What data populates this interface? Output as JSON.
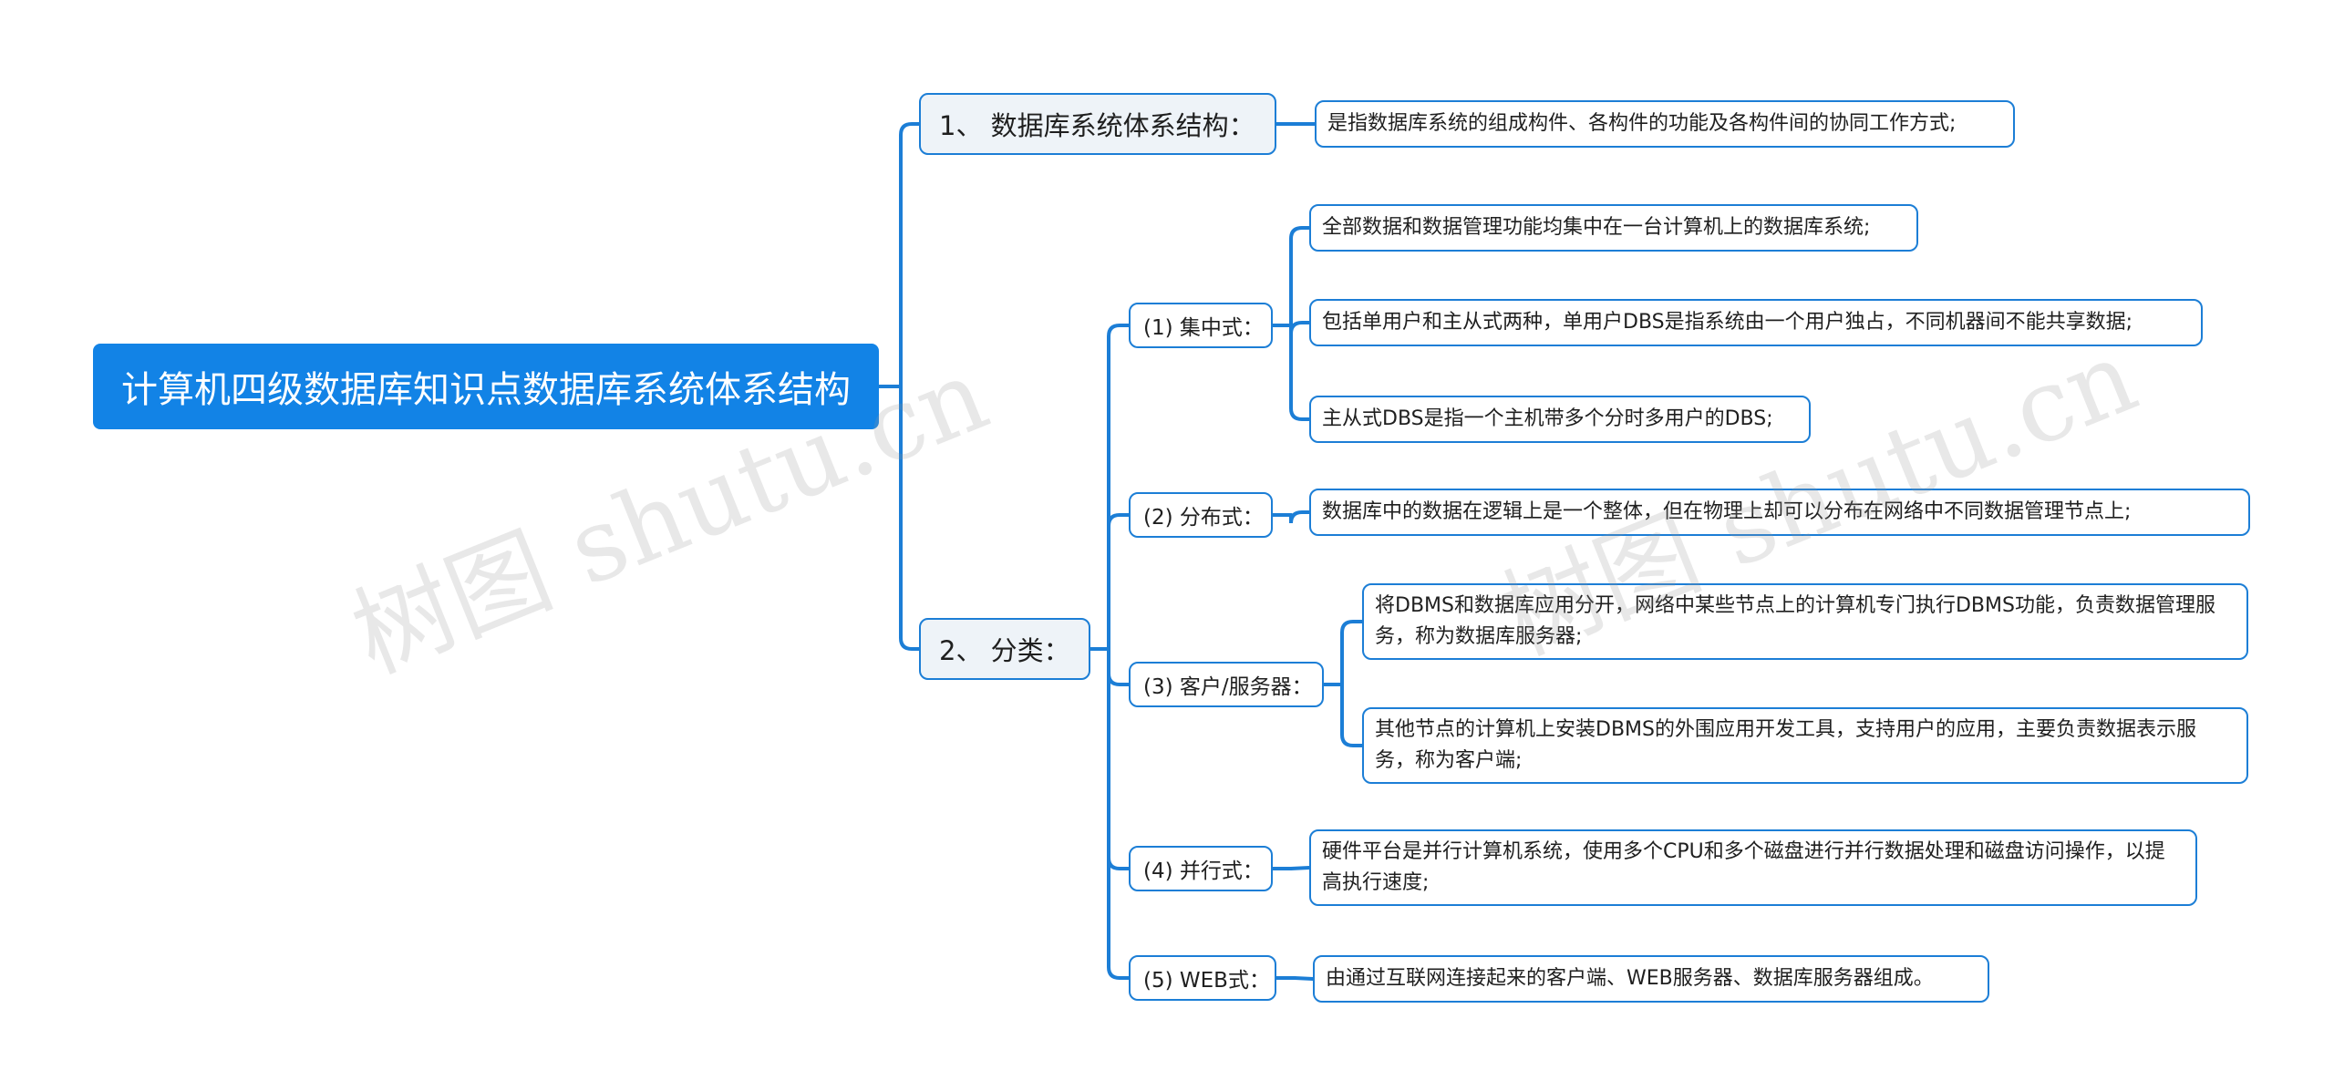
{
  "colors": {
    "root": "#1283e6",
    "branch": "#1c7ed6",
    "l1_fill": "#eef3f8"
  },
  "root": {
    "label": "计算机四级数据库知识点数据库系统体系结构"
  },
  "branches": [
    {
      "label": "1、 数据库系统体系结构：",
      "leaves": [
        "是指数据库系统的组成构件、各构件的功能及各构件间的协同工作方式;"
      ]
    },
    {
      "label": "2、 分类：",
      "children": [
        {
          "label": "(1) 集中式：",
          "leaves": [
            "全部数据和数据管理功能均集中在一台计算机上的数据库系统;",
            "包括单用户和主从式两种，单用户DBS是指系统由一个用户独占，不同机器间不能共享数据;",
            "主从式DBS是指一个主机带多个分时多用户的DBS;"
          ]
        },
        {
          "label": "(2) 分布式：",
          "leaves": [
            "数据库中的数据在逻辑上是一个整体，但在物理上却可以分布在网络中不同数据管理节点上;"
          ]
        },
        {
          "label": "(3) 客户/服务器：",
          "leaves": [
            "将DBMS和数据库应用分开，网络中某些节点上的计算机专门执行DBMS功能，负责数据管理服务，称为数据库服务器;",
            "其他节点的计算机上安装DBMS的外围应用开发工具，支持用户的应用，主要负责数据表示服务，称为客户端;"
          ]
        },
        {
          "label": "(4) 并行式：",
          "leaves": [
            "硬件平台是并行计算机系统，使用多个CPU和多个磁盘进行并行数据处理和磁盘访问操作，以提高执行速度;"
          ]
        },
        {
          "label": "(5) WEB式：",
          "leaves": [
            "由通过互联网连接起来的客户端、WEB服务器、数据库服务器组成。"
          ]
        }
      ]
    }
  ],
  "watermarks": [
    "树图 shutu.cn",
    "树图 shutu.cn"
  ]
}
